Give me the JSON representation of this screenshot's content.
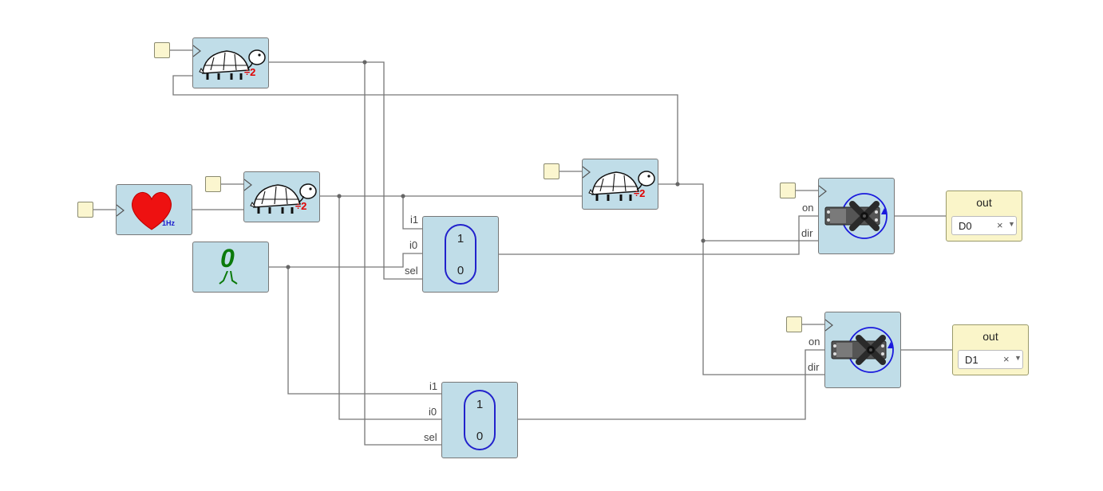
{
  "blocks": {
    "prescaler_top": {
      "label": "÷2"
    },
    "prescaler_mid": {
      "label": "÷2"
    },
    "prescaler_right": {
      "label": "÷2"
    },
    "heart_clock": {
      "label": "1Hz"
    },
    "constant": {
      "value": "0"
    },
    "mux_top": {
      "ports": [
        "i1",
        "i0",
        "sel"
      ],
      "values": [
        "1",
        "0"
      ]
    },
    "mux_bottom": {
      "ports": [
        "i1",
        "i0",
        "sel"
      ],
      "values": [
        "1",
        "0"
      ]
    },
    "servo_top": {
      "ports": [
        "on",
        "dir"
      ]
    },
    "servo_bottom": {
      "ports": [
        "on",
        "dir"
      ]
    }
  },
  "outputs": [
    {
      "title": "out",
      "pin": "D0",
      "clear": "×"
    },
    {
      "title": "out",
      "pin": "D1",
      "clear": "×"
    }
  ],
  "colors": {
    "block_bg": "#c0dde8",
    "input_bg": "#fbf6cf",
    "wire": "#777777",
    "accent_red": "#e00000",
    "accent_blue": "#2222cc",
    "accent_green": "#0b7a0b"
  }
}
